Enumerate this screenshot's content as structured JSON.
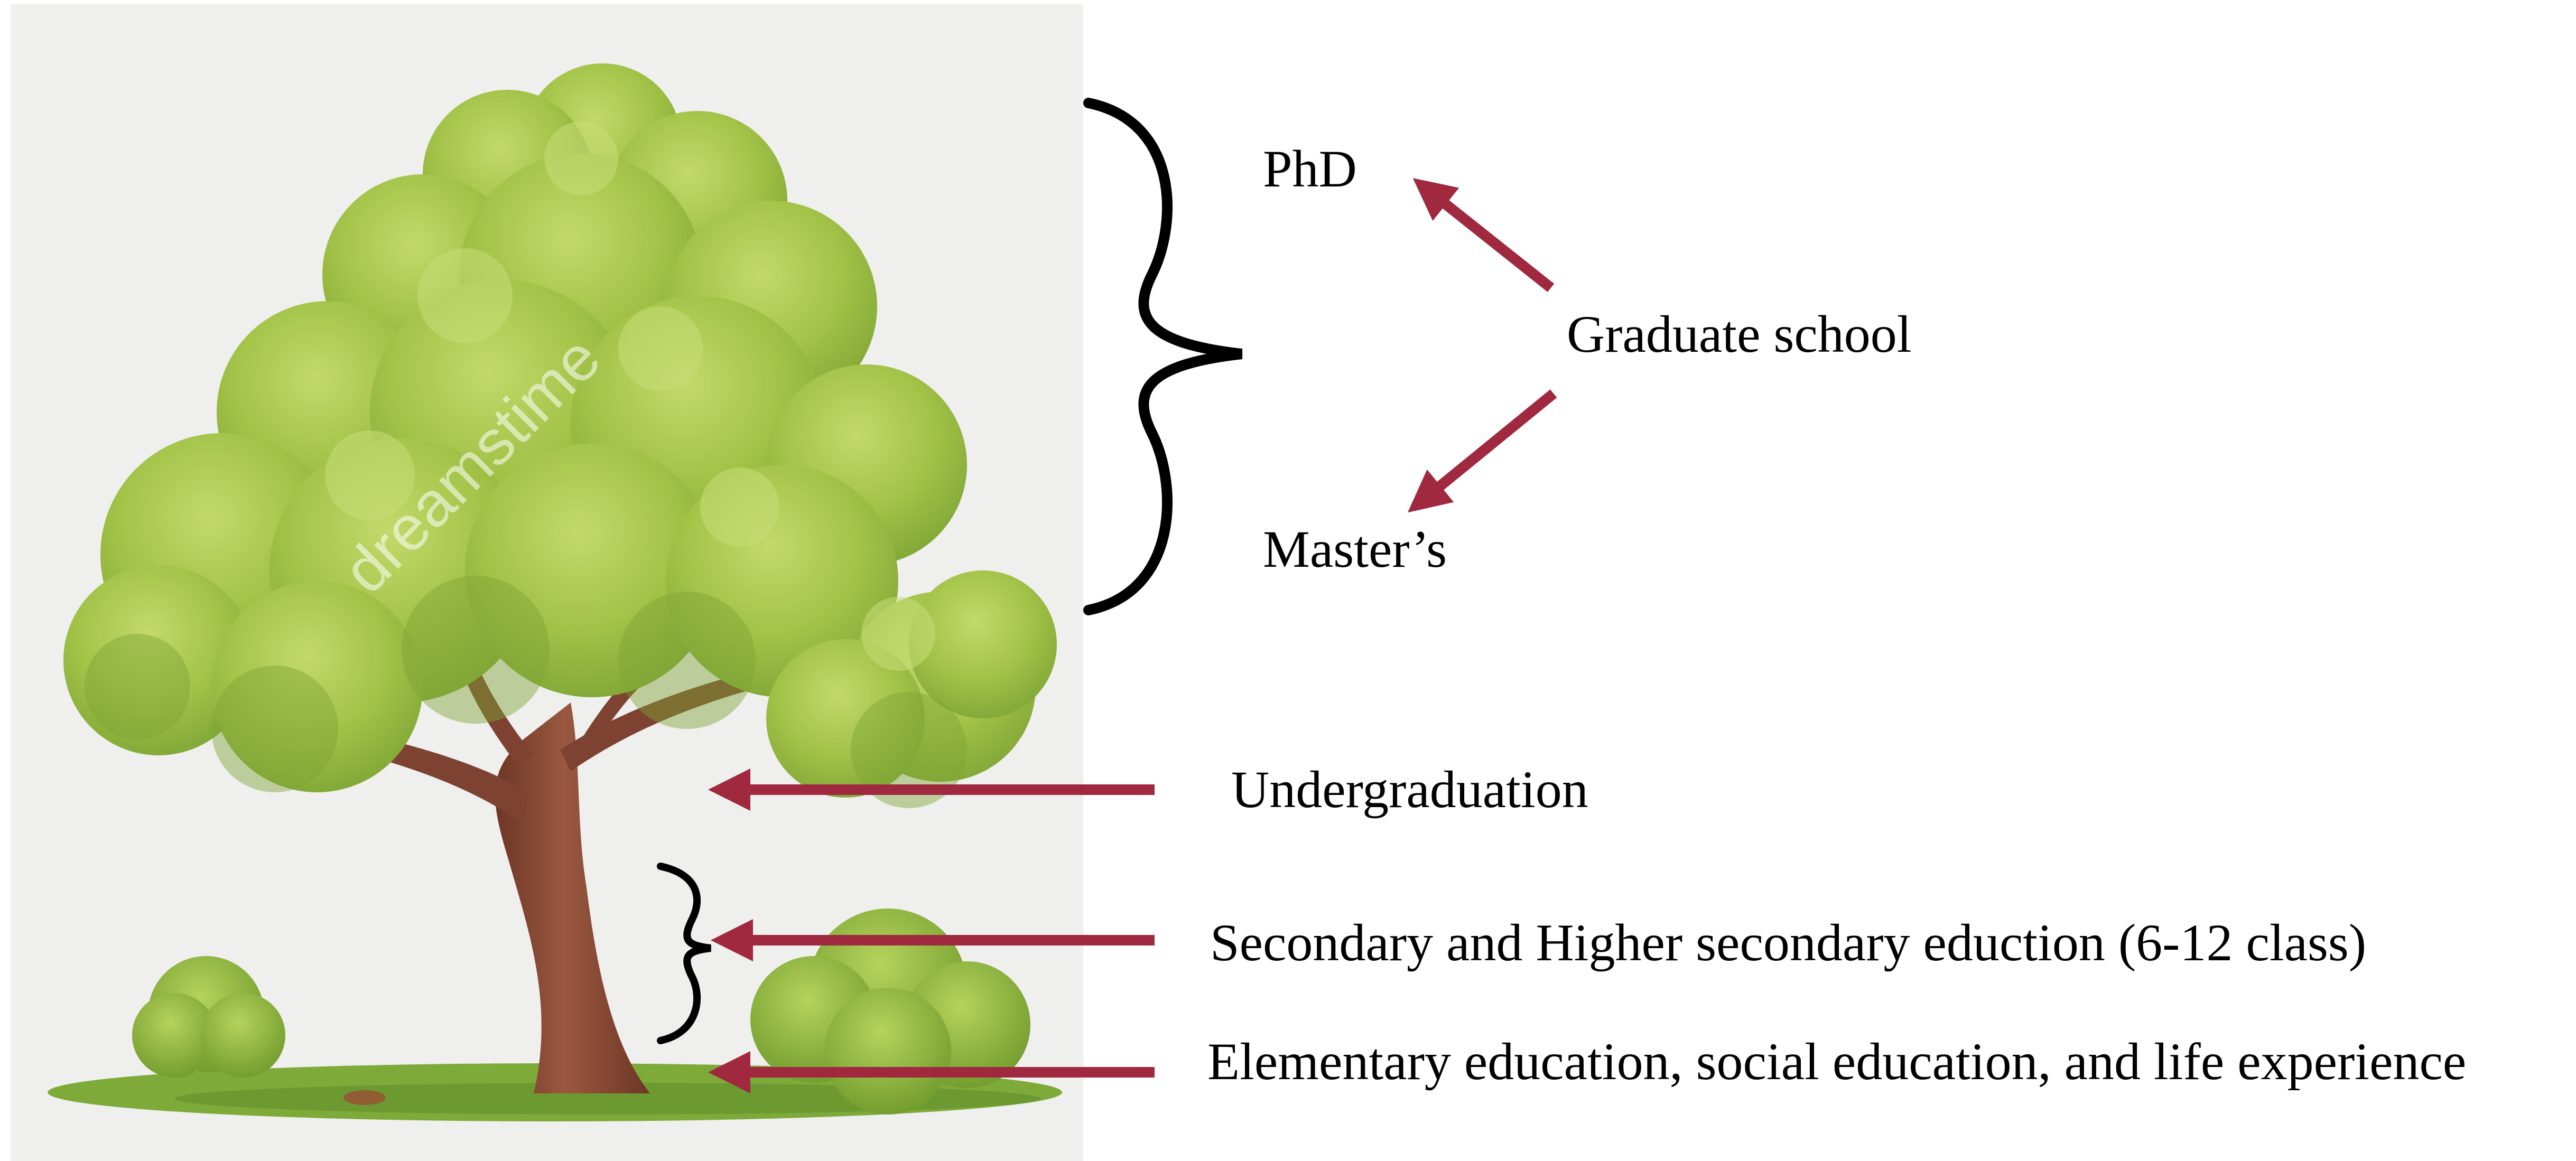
{
  "labels": {
    "phd": "PhD",
    "graduate_school": "Graduate school",
    "masters": "Master’s",
    "undergraduation": "Undergraduation",
    "secondary": "Secondary and Higher secondary eduction (6-12 class)",
    "elementary": "Elementary education, social education, and life experience"
  },
  "image": {
    "watermark": "dreamstime"
  },
  "colors": {
    "arrow": "#a0283f",
    "brace": "#000000",
    "panel_bg": "#efefee",
    "foliage_light": "#a9c64a",
    "foliage_mid": "#8fb43b",
    "foliage_dark": "#6f9a2c",
    "trunk": "#8b4a35",
    "trunk_dark": "#6d3626",
    "grass": "#7eaa3a"
  }
}
